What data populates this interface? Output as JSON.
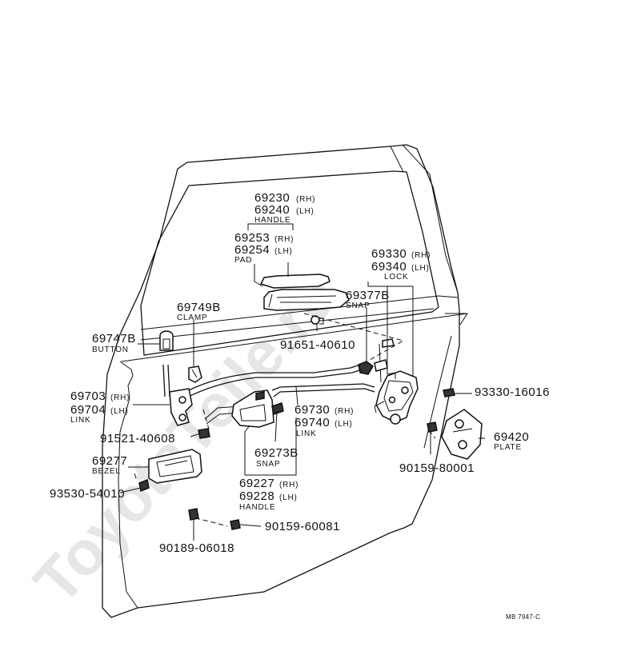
{
  "watermark": "ToyotaTeile.ru",
  "drawing_code": "MB 7947-C",
  "callouts": {
    "handle_top": {
      "pn1": "69230",
      "sfx1": "(RH)",
      "pn2": "69240",
      "sfx2": "(LH)",
      "name": "HANDLE"
    },
    "pad": {
      "pn1": "69253",
      "sfx1": "(RH)",
      "pn2": "69254",
      "sfx2": "(LH)",
      "name": "PAD"
    },
    "lock": {
      "pn1": "69330",
      "sfx1": "(RH)",
      "pn2": "69340",
      "sfx2": "(LH)",
      "name": "LOCK"
    },
    "snap_lock": {
      "pn": "69377B",
      "name": "SNAP"
    },
    "clamp": {
      "pn": "69749B",
      "name": "CLAMP"
    },
    "button": {
      "pn": "69747B",
      "name": "BUTTON"
    },
    "bolt_91651": {
      "pn": "91651-40610"
    },
    "bolt_93330": {
      "pn": "93330-16016"
    },
    "link_left": {
      "pn1": "69703",
      "sfx1": "(RH)",
      "pn2": "69704",
      "sfx2": "(LH)",
      "name": "LINK"
    },
    "link_mid": {
      "pn1": "69730",
      "sfx1": "(RH)",
      "pn2": "69740",
      "sfx2": "(LH)",
      "name": "LINK"
    },
    "plate": {
      "pn": "69420",
      "name": "PLATE"
    },
    "bolt_91521": {
      "pn": "91521-40608"
    },
    "snap_handle": {
      "pn": "69273B",
      "name": "SNAP"
    },
    "bezel": {
      "pn": "69277",
      "name": "BEZEL"
    },
    "screw_90159_80001": {
      "pn": "90159-80001"
    },
    "handle_inner": {
      "pn1": "69227",
      "sfx1": "(RH)",
      "pn2": "69228",
      "sfx2": "(LH)",
      "name": "HANDLE"
    },
    "screw_93530": {
      "pn": "93530-54010"
    },
    "screw_90159_60081": {
      "pn": "90159-60081"
    },
    "clip_90189": {
      "pn": "90189-06018"
    }
  }
}
